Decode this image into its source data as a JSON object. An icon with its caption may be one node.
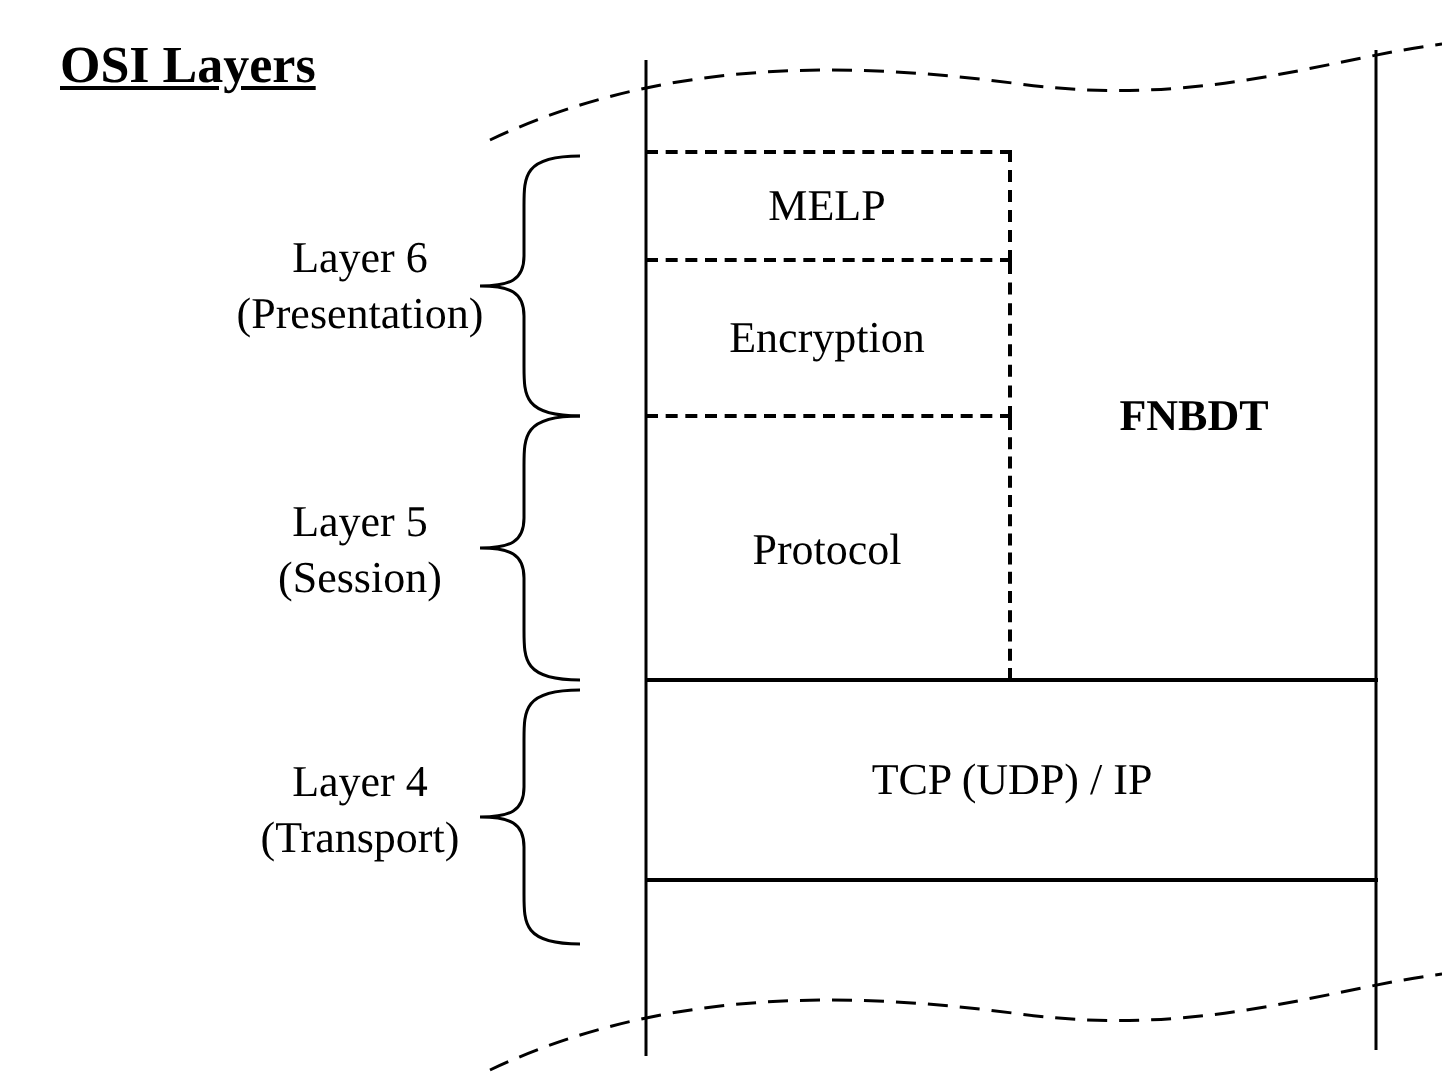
{
  "diagram": {
    "title": "OSI Layers",
    "nodes": [
      {
        "text": [
          "MELP"
        ]
      },
      {
        "text": [
          "Encryption"
        ]
      },
      {
        "text": [
          "Protocol"
        ]
      },
      {
        "text": [
          "FNBDT"
        ]
      },
      {
        "text": [
          "TCP (UDP) / IP"
        ]
      }
    ],
    "labels": [
      "Layer 6 (Presentation)",
      "Layer 5 (Session)",
      "Layer 4 (Transport)"
    ]
  }
}
